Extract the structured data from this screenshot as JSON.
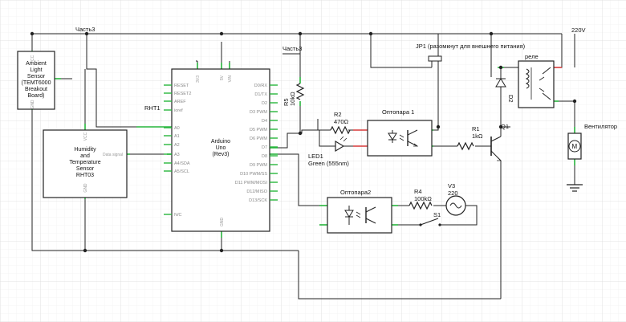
{
  "labels": {
    "chast3_top": "Часть3",
    "chast3_mid": "Часть3",
    "jp1": "JP1 (разомкнут для внешнего питания)",
    "v220": "220V",
    "rele": "реле",
    "d2": "D2",
    "q1": "Q1",
    "ventilator": "Вентилятор",
    "r5": "R5",
    "r5_val": "10kΩ",
    "r2": "R2",
    "r2_val": "470Ω",
    "opto1": "Оптопара 1",
    "r1": "R1",
    "r1_val": "1kΩ",
    "led1": "LED1",
    "led1_val": "Green (555nm)",
    "opto2": "Оптопара2",
    "r4": "R4",
    "r4_val": "100kΩ",
    "v3": "V3",
    "v3_val": "220",
    "s1": "S1",
    "rht1": "RHT1",
    "vcc": "VCC",
    "gnd": "GND",
    "gnd2": "GND",
    "v5": "5V",
    "vin": "VIN",
    "v3v3": "3V3"
  },
  "ambient": {
    "lines": [
      "Ambient",
      "Light",
      "Sensor",
      "(TEMT6000",
      "Breakout",
      "Board)"
    ]
  },
  "humidity": {
    "lines": [
      "Humidity",
      "and",
      "Temperature",
      "Sensor",
      "RHT03"
    ],
    "pin": "Data signal"
  },
  "arduino": {
    "lines": [
      "Arduino",
      "Uno",
      "(Rev3)"
    ],
    "left_pins": [
      "RESET",
      "RESET2",
      "AREF",
      "ioref",
      "A0",
      "A1",
      "A2",
      "A3",
      "A4/SDA",
      "A5/SCL",
      "N/C"
    ],
    "right_pins": [
      "D0/RX",
      "D1/TX",
      "D2",
      "D3 PWM",
      "D4",
      "D5 PWM",
      "D6 PWM",
      "D7",
      "D8",
      "D9 PWM",
      "D10 PWM/SS",
      "D11 PWM/MOSI",
      "D12/MISO",
      "D13/SCK"
    ]
  }
}
